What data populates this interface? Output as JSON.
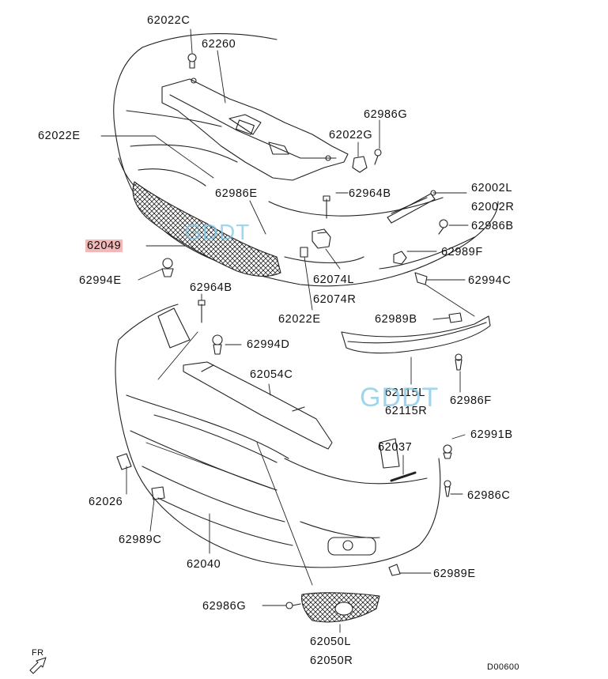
{
  "colors": {
    "line": "#222222",
    "highlight": "#f4b8b8",
    "watermark": "#7fc8e8"
  },
  "labels": {
    "p62022C": "62022C",
    "p62260": "62260",
    "p62986G": "62986G",
    "p62022G": "62022G",
    "p62022E_top": "62022E",
    "p62986E": "62986E",
    "p62964B_top": "62964B",
    "p62002L": "62002L",
    "p62002R": "62002R",
    "p62986B": "62986B",
    "p62049": "62049",
    "p62989F": "62989F",
    "p62994E": "62994E",
    "p62074L": "62074L",
    "p62074R": "62074R",
    "p62994C": "62994C",
    "p62964B_mid": "62964B",
    "p62022E_mid": "62022E",
    "p62989B": "62989B",
    "p62994D": "62994D",
    "p62054C": "62054C",
    "p62115L": "62115L",
    "p62115R": "62115R",
    "p62986F": "62986F",
    "p62037": "62037",
    "p62991B": "62991B",
    "p62026": "62026",
    "p62986C": "62986C",
    "p62989C": "62989C",
    "p62040": "62040",
    "p62989E": "62989E",
    "p62986G_bottom": "62986G",
    "p62050L": "62050L",
    "p62050R": "62050R",
    "fr": "FR",
    "code": "D00600"
  },
  "watermarks": {
    "mid": "GDDT",
    "right": "GDDT"
  }
}
